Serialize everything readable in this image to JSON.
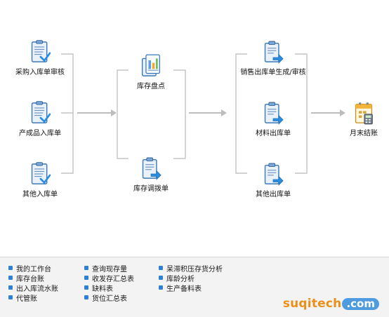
{
  "flow": {
    "inbound": {
      "purchase_review": "采购入库单审核",
      "finished_goods": "产成品入库单",
      "other_inbound": "其他入库单"
    },
    "inventory": {
      "stocktake": "库存盘点",
      "transfer": "库存调拨单"
    },
    "outbound": {
      "sales_outbound": "销售出库单生成/审核",
      "material_outbound": "材料出库单",
      "other_outbound": "其他出库单"
    },
    "closing": {
      "month_end": "月末结账"
    }
  },
  "quick_links": {
    "col1": [
      "我的工作台",
      "库存台账",
      "出入库流水账",
      "代管账"
    ],
    "col2": [
      "查询现存量",
      "收发存汇总表",
      "缺料表",
      "货位汇总表"
    ],
    "col3": [
      "呆滞积压存货分析",
      "库龄分析",
      "生产备料表"
    ]
  },
  "brand": {
    "part1": "suqitech",
    "part2": ".com"
  },
  "colors": {
    "line": "#b9b9b9",
    "arrow": "#bdbdbd",
    "bullet": "#2f7fd3",
    "brand_orange": "#e8901a",
    "brand_blue": "#4f9be0"
  },
  "icons": {
    "doc": "clipboard-document-icon",
    "stocktake": "inventory-count-icon",
    "outbound": "document-export-icon",
    "calendar": "calendar-calculator-icon"
  }
}
